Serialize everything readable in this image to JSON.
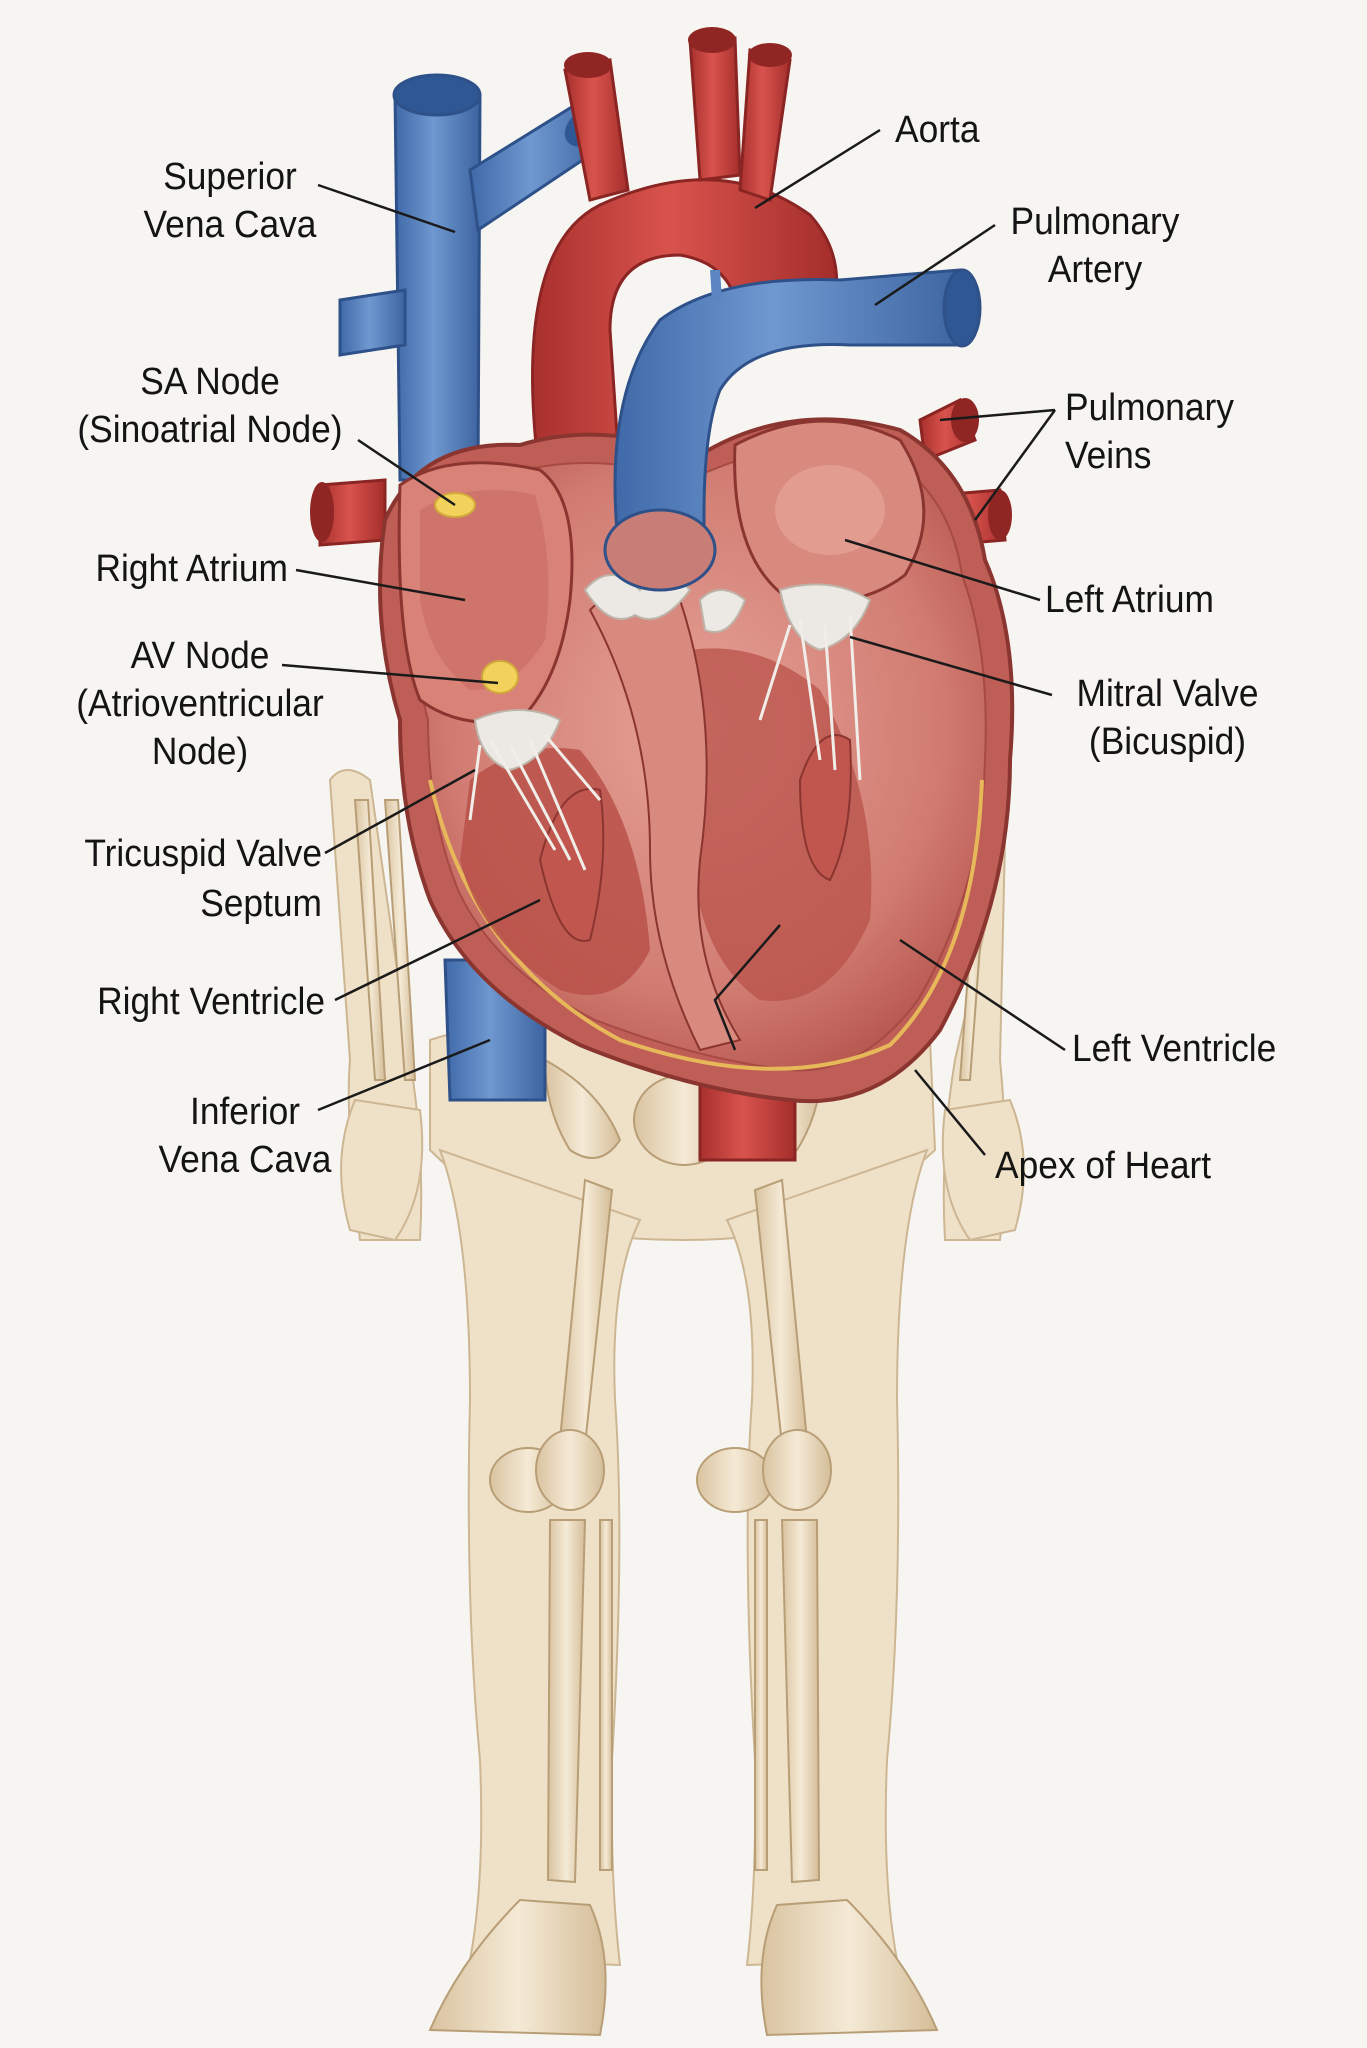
{
  "colors": {
    "background": "#f7f5f1",
    "artery_red": "#c9433f",
    "vein_blue": "#5b86c2",
    "myocardium": "#c96a63",
    "chamber_interior": "#e39f93",
    "valve_white": "#ece8e3",
    "node_yellow": "#f2d25a",
    "bone": "#ecdcc0",
    "skin": "#efe0c8",
    "leader_line": "#1a1a1a"
  },
  "labels": {
    "superior_vena_cava": {
      "line1": "Superior",
      "line2": "Vena Cava"
    },
    "aorta": "Aorta",
    "pulmonary_artery": {
      "line1": "Pulmonary",
      "line2": "Artery"
    },
    "sa_node": {
      "line1": "SA Node",
      "line2": "(Sinoatrial Node)"
    },
    "pulmonary_veins": {
      "line1": "Pulmonary",
      "line2": "Veins"
    },
    "right_atrium": "Right Atrium",
    "left_atrium": "Left Atrium",
    "av_node": {
      "line1": "AV Node",
      "line2": "(Atrioventricular",
      "line3": "Node)"
    },
    "mitral_valve": {
      "line1": "Mitral Valve",
      "line2": "(Bicuspid)"
    },
    "tricuspid_valve": "Tricuspid Valve",
    "septum": "Septum",
    "right_ventricle": "Right Ventricle",
    "left_ventricle": "Left Ventricle",
    "inferior_vena_cava": {
      "line1": "Inferior",
      "line2": "Vena Cava"
    },
    "apex_of_heart": "Apex of Heart"
  }
}
